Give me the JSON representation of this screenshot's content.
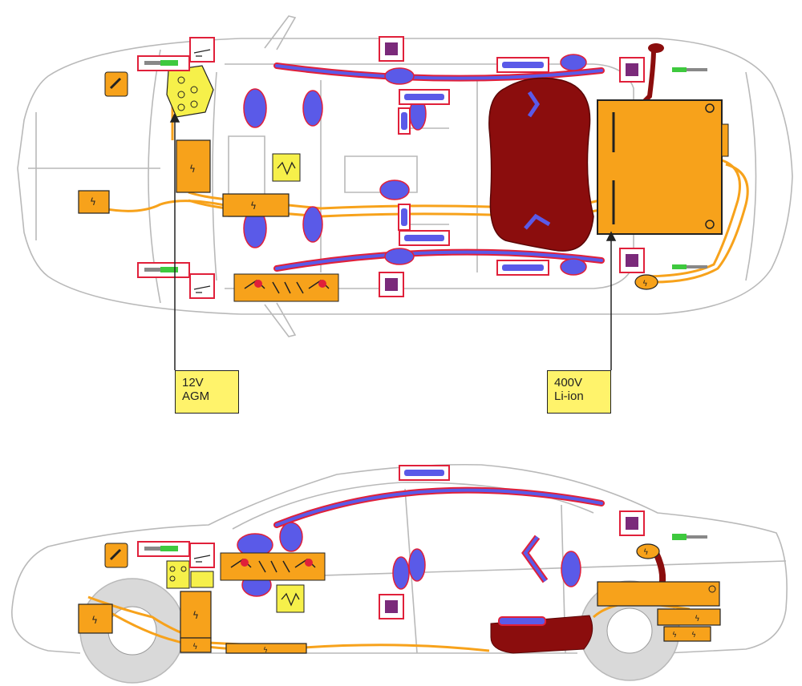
{
  "callouts": {
    "battery_12v": {
      "line1": "12V",
      "line2": "AGM"
    },
    "battery_400v": {
      "line1": "400V",
      "line2": "Li-ion"
    }
  },
  "colors": {
    "car_outline": "#b9b9b9",
    "high_voltage_orange": "#f7a21b",
    "airbag_blue": "#5a5ae8",
    "airbag_red_outline": "#e0203a",
    "fuel_tank": "#8b0d0d",
    "sensor_purple": "#7a2a7a",
    "battery_12v_yellow": "#f6f04a",
    "callout_fill": "#fff36b",
    "gas_strut_green": "#3ec93e"
  },
  "icons": [
    "airbag-icon",
    "seatbelt-tensioner-icon",
    "high-voltage-icon",
    "gas-strut-icon",
    "control-unit-icon",
    "hood-lifter-icon",
    "hv-disconnect-icon"
  ]
}
